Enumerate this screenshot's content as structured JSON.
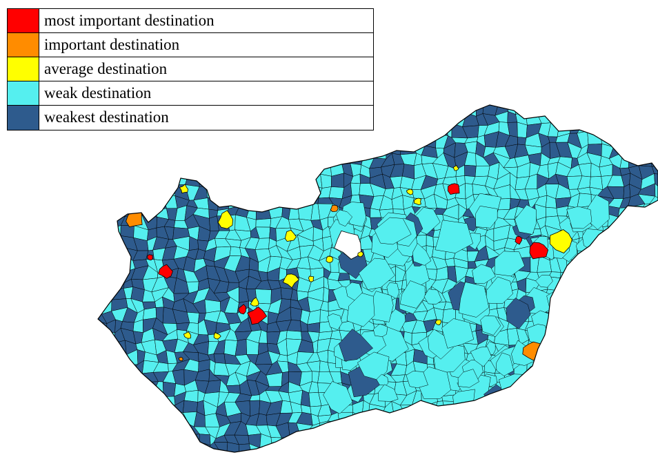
{
  "legend": {
    "items": [
      {
        "label": "most important destination",
        "color": "#ff0000"
      },
      {
        "label": "important destination",
        "color": "#ff8c00"
      },
      {
        "label": "average destination",
        "color": "#ffff00"
      },
      {
        "label": "weak destination",
        "color": "#55efef"
      },
      {
        "label": "weakest destination",
        "color": "#2e5b8d"
      }
    ]
  },
  "map": {
    "base_color": "#55efef",
    "border_color": "#000000",
    "dark_color": "#2e5b8d",
    "lake_color": "#ffffff"
  }
}
